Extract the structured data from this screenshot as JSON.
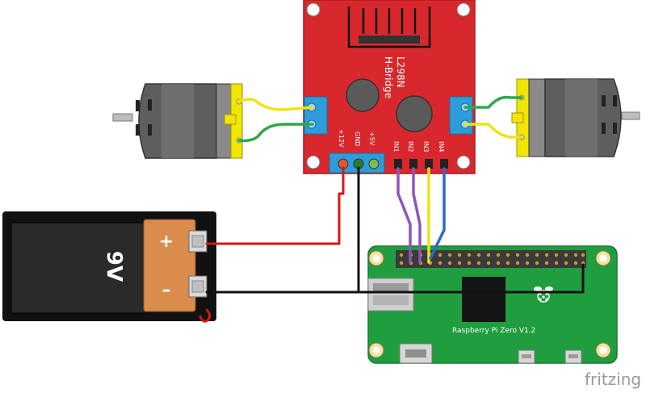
{
  "hbridge": {
    "title_line1": "L298N",
    "title_line2": "H-Bridge",
    "pins": {
      "v12": "+12V",
      "gnd": "GND",
      "v5": "+5V",
      "in1": "IN1",
      "in2": "IN2",
      "in3": "IN3",
      "in4": "IN4"
    }
  },
  "battery": {
    "label": "9V",
    "plus": "+",
    "minus": "–"
  },
  "pi": {
    "label": "Raspberry Pi Zero V1.2",
    "logo": "raspberry-pi-logo-icon"
  },
  "footer": {
    "brand": "fritzing"
  },
  "colors": {
    "board_red": "#d8282d",
    "pi_green": "#1f9d3f",
    "wire_red": "#d11919",
    "wire_black": "#111111",
    "wire_purple": "#8e56b5",
    "wire_yellow": "#f0e21a",
    "wire_blue": "#2e68c8",
    "wire_green": "#2fa84a",
    "battery_orange": "#d98c4b"
  }
}
